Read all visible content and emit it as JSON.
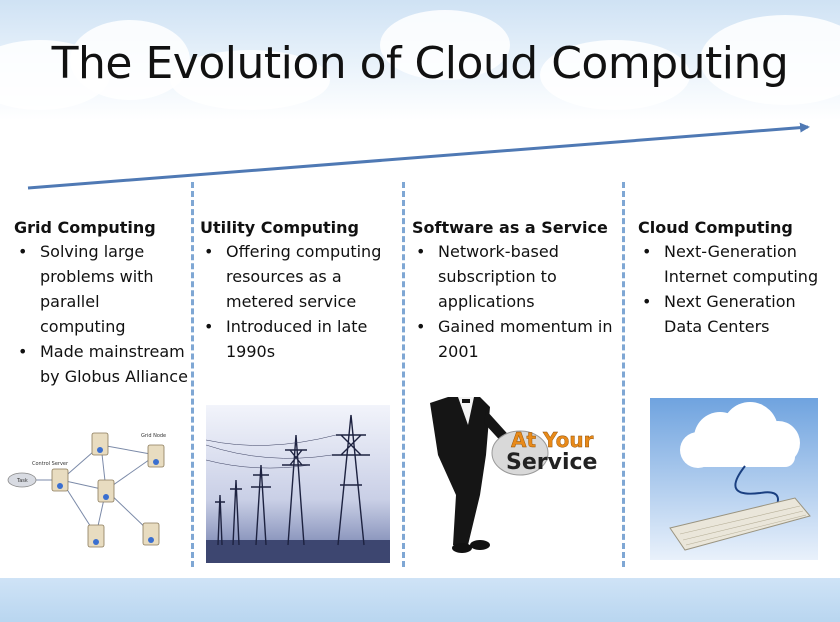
{
  "slide": {
    "title": "The Evolution of Cloud Computing"
  },
  "colors": {
    "arrow": "#4f79b4",
    "divider": "#7fa7d4",
    "band": "#cfe2f4"
  },
  "columns": [
    {
      "heading": "Grid Computing",
      "bullets": [
        "Solving large problems with parallel computing",
        "Made mainstream by Globus Alliance"
      ],
      "image": {
        "icon": "network-servers-diagram",
        "labels": [
          "Grid Node",
          "Control Server",
          "Task"
        ]
      }
    },
    {
      "heading": "Utility Computing",
      "bullets": [
        "Offering computing resources as a metered service",
        "Introduced in late 1990s"
      ],
      "image": {
        "icon": "power-transmission-towers"
      }
    },
    {
      "heading": "Software as a Service",
      "bullets": [
        "Network-based subscription to applications",
        "Gained momentum in 2001"
      ],
      "image": {
        "icon": "butler-at-your-service",
        "line1": "At Your",
        "line2": "Service"
      }
    },
    {
      "heading": "Cloud Computing",
      "bullets": [
        "Next-Generation Internet computing",
        "Next Generation Data Centers"
      ],
      "image": {
        "icon": "cloud-keyboard"
      }
    }
  ]
}
